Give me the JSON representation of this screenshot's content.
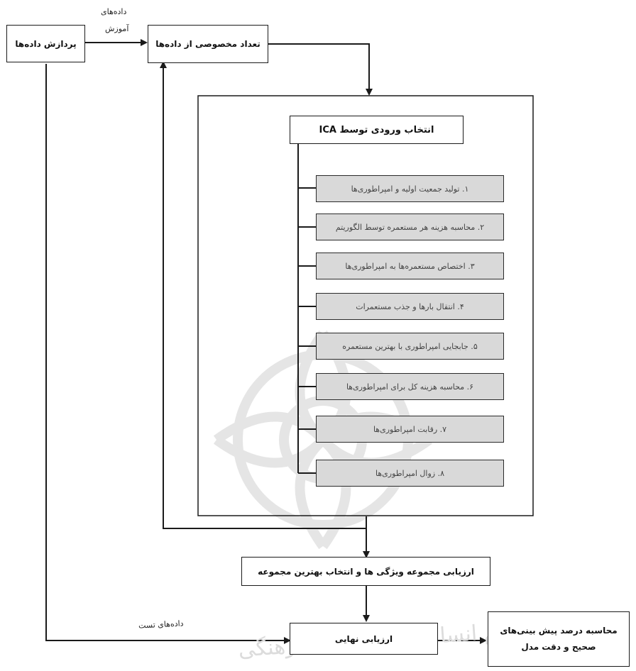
{
  "nodes": {
    "preprocess": "پردازش داده‌ها",
    "subset": "تعداد مخصوصی از داده‌ها",
    "ica_select": "انتخاب ورودی توسط ICA",
    "evaluate_set": "ارزیابی مجموعه ویژگی ها و انتخاب بهترین مجموعه",
    "final_eval": "ارزیابی نهایی",
    "result": "محاسبه درصد پیش بینی‌های\nصحیح و دقت مدل"
  },
  "edge_labels": {
    "train_line1": "داده‌های",
    "train_line2": "آموزش",
    "test": "داده‌های تست"
  },
  "steps": [
    "۱. تولید جمعیت اولیه و امپراطوری‌ها",
    "۲. محاسبه هزینه هر مستعمره توسط الگوریتم",
    "۳. اختصاص مستعمره‌ها به امپراطوری‌ها",
    "۴. انتقال بارها و جذب مستعمرات",
    "۵. جابجایی امپراطوری با بهترین مستعمره",
    "۶. محاسبه هزینه کل برای امپراطوری‌ها",
    "۷. رقابت امپراطوری‌ها",
    "۸. زوال امپراطوری‌ها"
  ],
  "watermark": "پژوهشگاه علوم انسانی و مطالعات فرهنگی",
  "colors": {
    "line": "#1a1a1a",
    "step_fill": "#d9d9d9",
    "watermark": "#dcdcdc"
  }
}
